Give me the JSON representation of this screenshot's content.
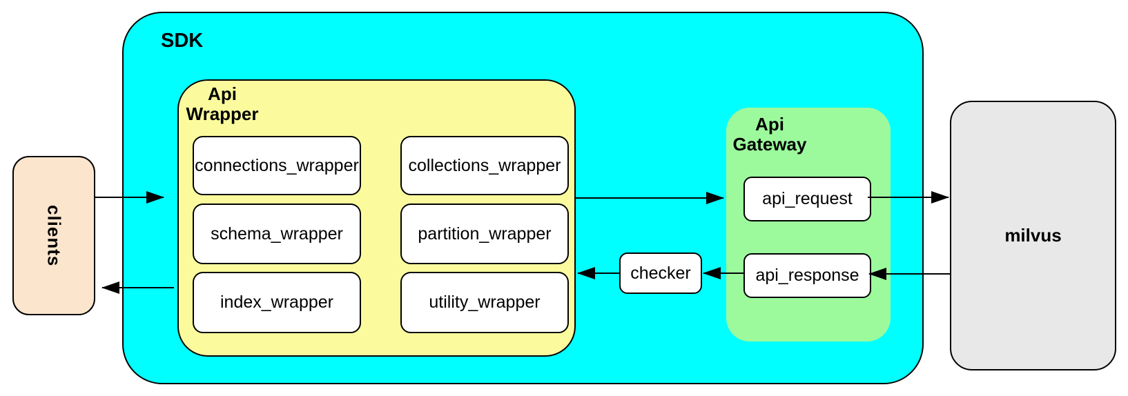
{
  "colors": {
    "sdk_bg": "#00ffff",
    "wrapper_bg": "#fbfb9e",
    "gateway_bg": "#9cfa9c",
    "clients_bg": "#fce5cd",
    "milvus_bg": "#e8e8e8",
    "node_bg": "#ffffff",
    "border": "#000000"
  },
  "sdk": {
    "label": "SDK"
  },
  "clients": {
    "label": "clients"
  },
  "api_wrapper": {
    "title_line1": "Api",
    "title_line2": "Wrapper",
    "modules": [
      "connections_wrapper",
      "collections_wrapper",
      "schema_wrapper",
      "partition_wrapper",
      "index_wrapper",
      "utility_wrapper"
    ]
  },
  "checker": {
    "label": "checker"
  },
  "api_gateway": {
    "title_line1": "Api",
    "title_line2": "Gateway",
    "nodes": [
      "api_request",
      "api_response"
    ]
  },
  "milvus": {
    "label": "milvus"
  },
  "connections": [
    {
      "from": "clients",
      "to": "api_wrapper"
    },
    {
      "from": "api_wrapper",
      "to": "api_gateway"
    },
    {
      "from": "api_request",
      "to": "milvus"
    },
    {
      "from": "milvus",
      "to": "api_response"
    },
    {
      "from": "api_response",
      "to": "checker"
    },
    {
      "from": "checker",
      "to": "api_wrapper"
    },
    {
      "from": "api_wrapper",
      "to": "clients"
    }
  ]
}
